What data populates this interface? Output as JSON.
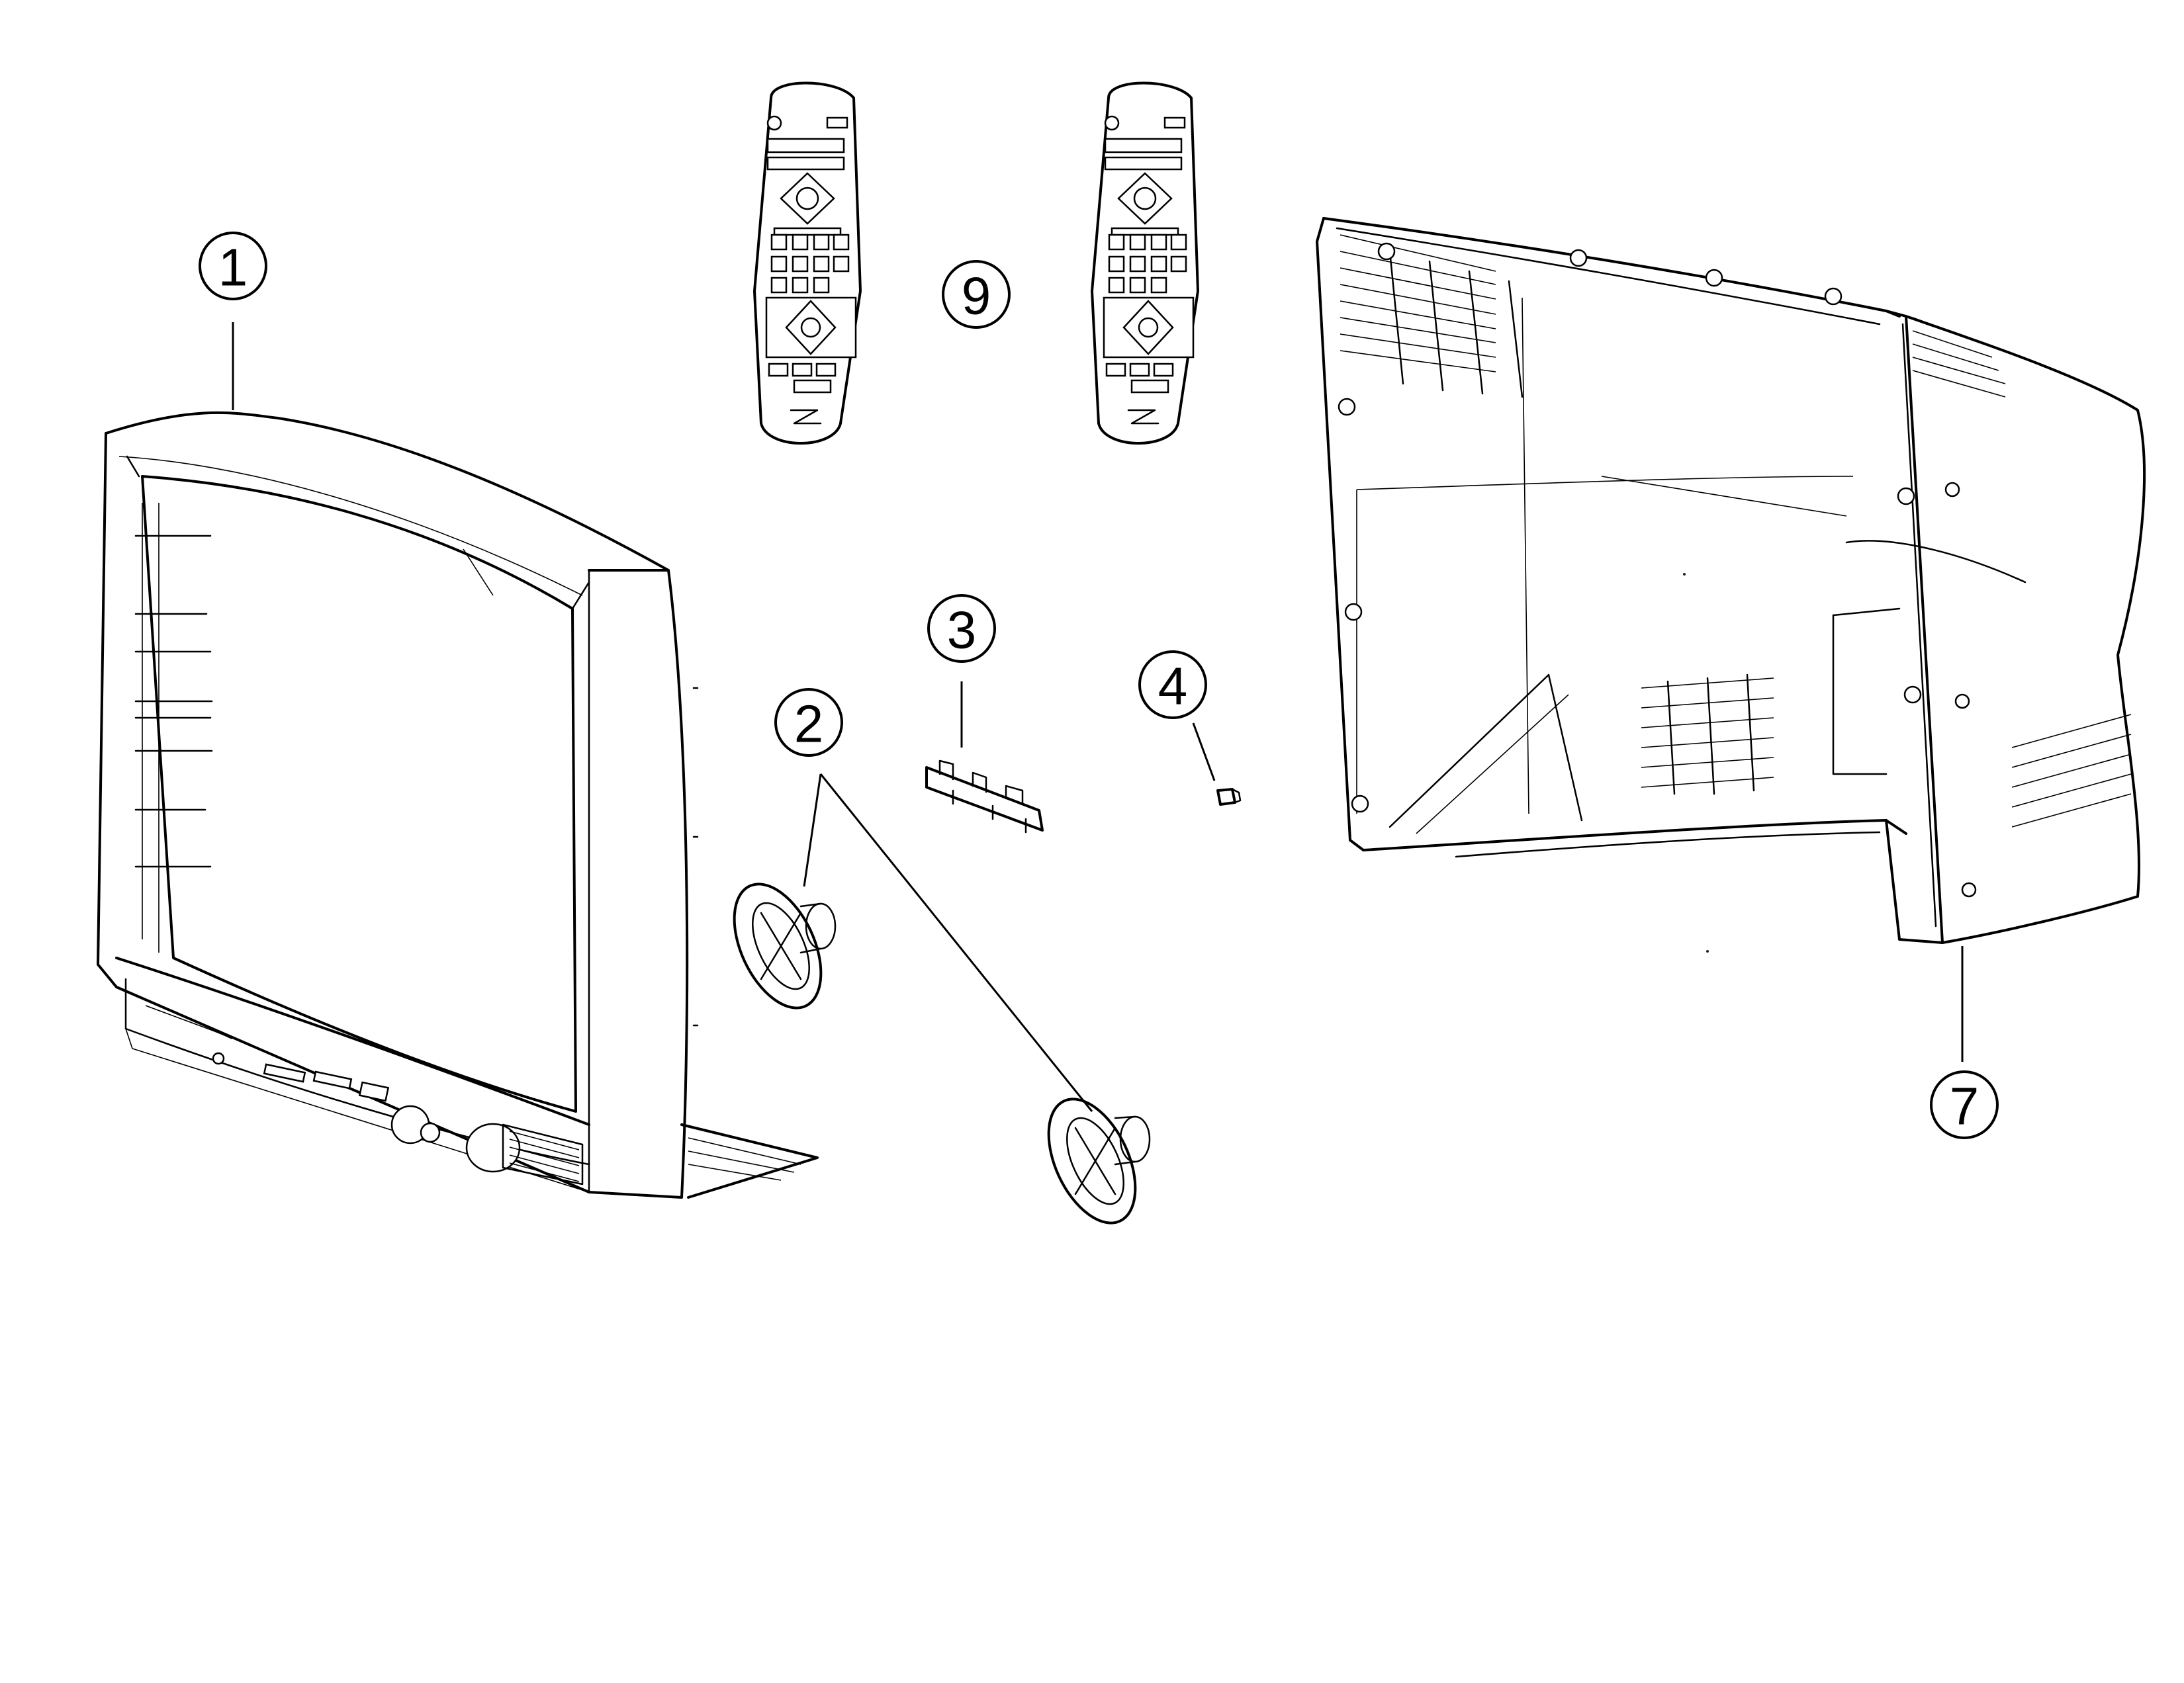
{
  "callouts": [
    {
      "id": "1",
      "label": "1"
    },
    {
      "id": "2",
      "label": "2"
    },
    {
      "id": "3",
      "label": "3"
    },
    {
      "id": "4",
      "label": "4"
    },
    {
      "id": "7",
      "label": "7"
    },
    {
      "id": "9",
      "label": "9"
    }
  ],
  "parts": [
    {
      "callout": "1",
      "icon": "front-cabinet-bezel-icon"
    },
    {
      "callout": "2",
      "icon": "oval-speaker-icon"
    },
    {
      "callout": "3",
      "icon": "button-bracket-icon"
    },
    {
      "callout": "4",
      "icon": "small-button-knob-icon"
    },
    {
      "callout": "7",
      "icon": "back-cabinet-icon"
    },
    {
      "callout": "9",
      "icon": "remote-control-icon"
    }
  ],
  "colors": {
    "line": "#000000",
    "background": "#ffffff"
  }
}
